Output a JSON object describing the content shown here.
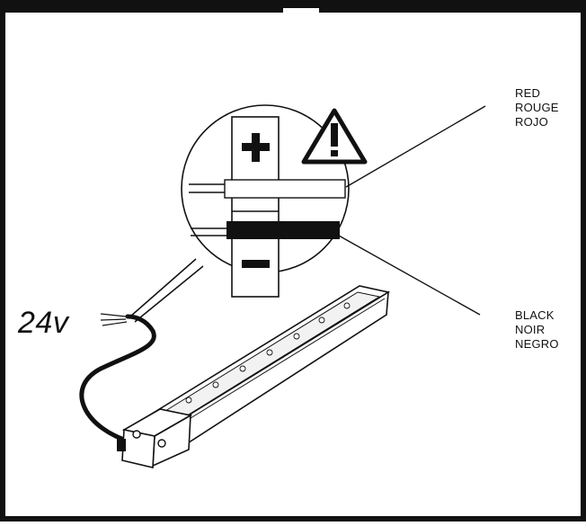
{
  "labels": {
    "red": [
      "RED",
      "ROUGE",
      "ROJO"
    ],
    "black": [
      "BLACK",
      "NOIR",
      "NEGRO"
    ],
    "voltage": "24v",
    "plus": "+",
    "minus": "−"
  },
  "icons": [
    "warning-triangle-icon",
    "plus-sign-icon",
    "minus-sign-icon"
  ],
  "colors": {
    "line": "#111111",
    "background": "#ffffff"
  }
}
